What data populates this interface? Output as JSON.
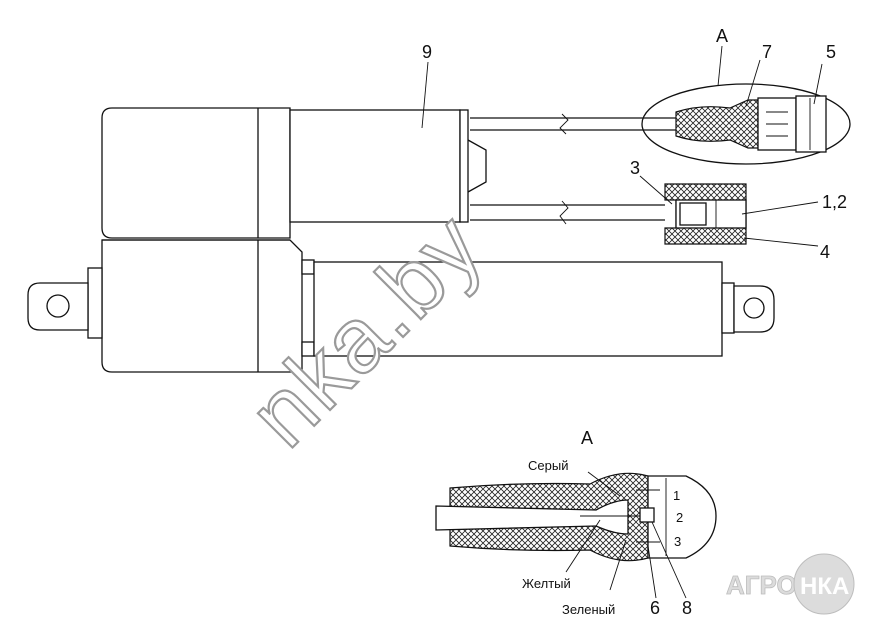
{
  "labels": {
    "n9": "9",
    "nA_top": "A",
    "n7": "7",
    "n5": "5",
    "n3": "3",
    "n12": "1,2",
    "n4": "4",
    "detail_title": "A",
    "wire_grey": "Серый",
    "wire_yellow": "Желтый",
    "wire_green": "Зеленый",
    "n6": "6",
    "n8": "8",
    "pin1": "1",
    "pin2": "2",
    "pin3": "3"
  },
  "watermark": {
    "site": "nka.by",
    "logo_left": "АГРО",
    "logo_right": "НКА"
  },
  "colors": {
    "line": "#111111",
    "watermark_outline": "#9a9a9a",
    "logo_fill": "#dcdcdc"
  }
}
